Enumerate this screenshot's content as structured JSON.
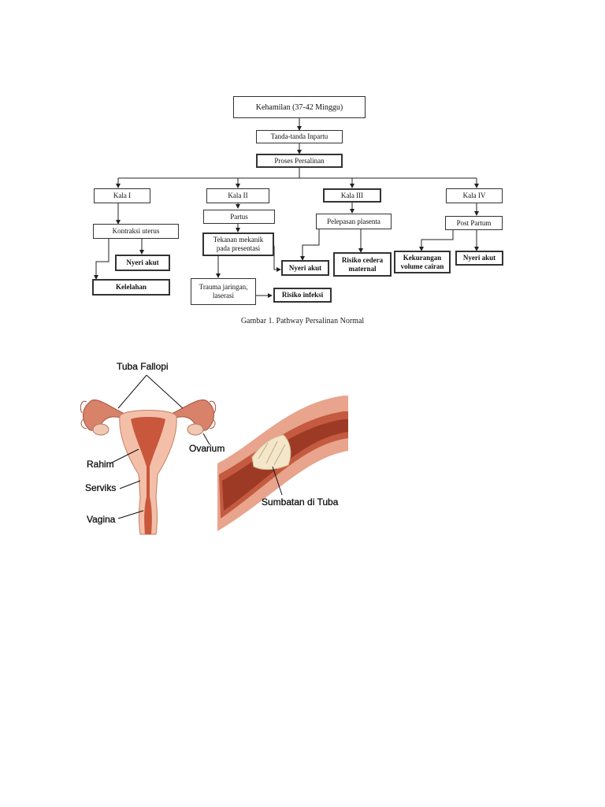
{
  "flowchart": {
    "kehamilan": "Kehamilan (37-42 Minggu)",
    "tanda": "Tanda-tanda Inpartu",
    "proses": "Proses Persalinan",
    "kala1": "Kala I",
    "kala2": "Kala II",
    "kala3": "Kala III",
    "kala4": "Kala IV",
    "kontraksi": "Kontraksi uterus",
    "nyeri1": "Nyeri akut",
    "kelelahan": "Kelelahan",
    "partus": "Partus",
    "tekanan_line1": "Tekanan mekanik",
    "tekanan_line2": "pada presentasi",
    "trauma_line1": "Trauma jaringan,",
    "trauma_line2": "laserasi",
    "risiko_infeksi": "Risiko infeksi",
    "nyeri2": "Nyeri akut",
    "pelepasan": "Pelepasan plasenta",
    "risiko_cedera_line1": "Risiko cedera",
    "risiko_cedera_line2": "maternal",
    "postpartum": "Post Partum",
    "kekurangan_line1": "Kekurangan",
    "kekurangan_line2": "volume cairan",
    "nyeri3": "Nyeri akut"
  },
  "caption": "Gambar 1. Pathway Persalinan Normal",
  "anatomy": {
    "labels": {
      "tuba": "Tuba Fallopi",
      "ovarium": "Ovarium",
      "rahim": "Rahim",
      "serviks": "Serviks",
      "vagina": "Vagina",
      "sumbatan": "Sumbatan di Tuba"
    }
  }
}
